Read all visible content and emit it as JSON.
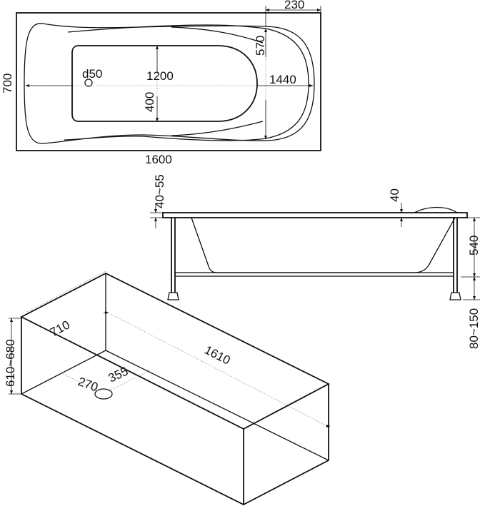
{
  "top_view": {
    "width_label": "1600",
    "height_label": "700",
    "corner_label": "230",
    "basin_length_label": "1200",
    "basin_width_label": "400",
    "inner_length_label": "1440",
    "inner_width_label": "570",
    "drain_label": "d50"
  },
  "side_view": {
    "rim_thickness_label": "40",
    "rim_height_label": "40~55",
    "depth_label": "540",
    "leg_height_label": "80~150"
  },
  "box_view": {
    "length_label": "1610",
    "width_label": "710",
    "height_label": "610~680",
    "drain_x_label": "270",
    "drain_y_label": "355"
  }
}
